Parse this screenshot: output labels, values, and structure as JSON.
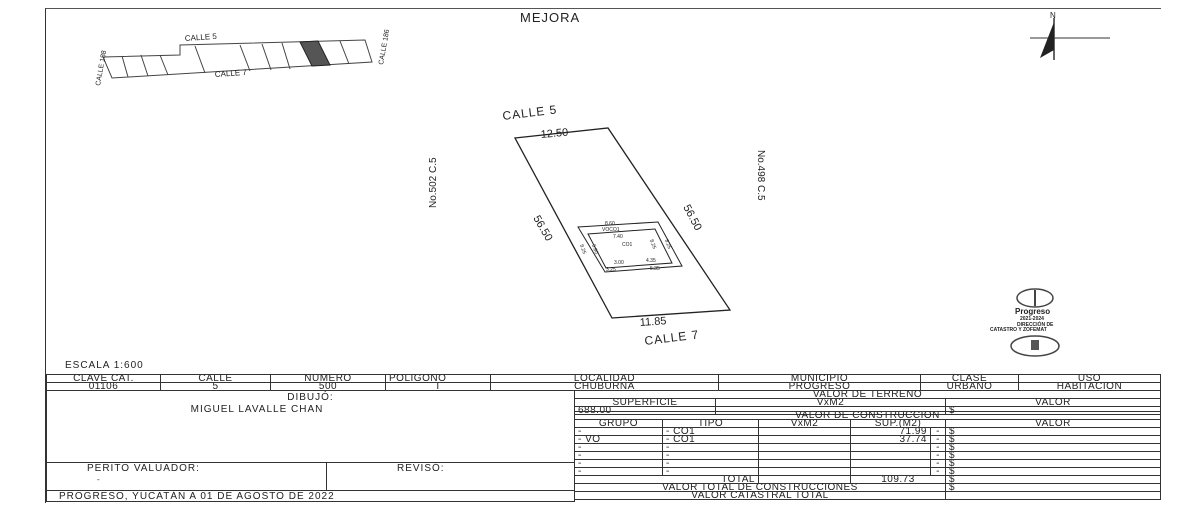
{
  "title": "MEJORA",
  "north_label": "N",
  "keymap": {
    "top_street": "CALLE 5",
    "bottom_street": "CALLE 7",
    "left_street": "CALLE 188",
    "right_street": "CALLE 186"
  },
  "plan": {
    "top_street": "CALLE 5",
    "bottom_street": "CALLE 7",
    "front": "12.50",
    "back": "11.85",
    "left_side": "56.50",
    "right_side": "56.50",
    "left_neighbor": "No.502 C.5",
    "right_neighbor": "No.498 C.5",
    "building": {
      "outer_top": "8.60",
      "outer_label": "VOCO1",
      "inner_top": "7.40",
      "inner_label": "CO1",
      "left_outer": "8.25",
      "left_inner": "5.80",
      "right_inner": "8.25",
      "right_outer": "8.25",
      "bottom_inner_left": "3.00",
      "bottom_inner_right": "4.35",
      "bottom_outer_left": "3.25",
      "bottom_outer_right": "5.35"
    }
  },
  "logo": {
    "name": "Progreso",
    "years": "2021-2024",
    "dept_line1": "DIRECCIÓN DE",
    "dept_line2": "CATASTRO Y ZOFEMAT"
  },
  "scale": "ESCALA 1:600",
  "header_row": {
    "labels": [
      "CLAVE CAT.",
      "CALLE",
      "NUMERO",
      "POLIGONO",
      "LOCALIDAD",
      "MUNICIPIO",
      "CLASE",
      "USO"
    ],
    "values": [
      "01106",
      "5",
      "500",
      "I",
      "CHUBURNA",
      "PROGRESO",
      "URBANO",
      "HABITACION"
    ]
  },
  "dibujo_label": "DIBUJÓ:",
  "dibujo_name": "MIGUEL LAVALLE CHAN",
  "perito_label": "PERITO VALUADOR:",
  "perito_value": "-",
  "reviso_label": "REVISÓ:",
  "footer_date": "PROGRESO, YUCATÁN A 01 DE AGOSTO DE 2022",
  "terreno": {
    "title": "VALOR DE TERRENO",
    "headers": [
      "SUPERFICIE",
      "VxM2",
      "VALOR"
    ],
    "superficie": "688.00",
    "vxm2": "",
    "valor": "$"
  },
  "construccion": {
    "title": "VALOR DE CONSTRUCCION",
    "headers": [
      "GRUPO",
      "TIPO",
      "VxM2",
      "SUP.(M2)",
      "VALOR"
    ],
    "rows": [
      {
        "grupo": "-",
        "tipo": "- CO1",
        "vxm2": "",
        "sup": "71.99",
        "dash": "-",
        "valor": "$"
      },
      {
        "grupo": "-     VO",
        "tipo": "- CO1",
        "vxm2": "",
        "sup": "37.74",
        "dash": "-",
        "valor": "$"
      },
      {
        "grupo": "-",
        "tipo": "-",
        "vxm2": "",
        "sup": "",
        "dash": "-",
        "valor": "$"
      },
      {
        "grupo": "-",
        "tipo": "-",
        "vxm2": "",
        "sup": "",
        "dash": "-",
        "valor": "$"
      },
      {
        "grupo": "-",
        "tipo": "-",
        "vxm2": "",
        "sup": "",
        "dash": "-",
        "valor": "$"
      },
      {
        "grupo": "-",
        "tipo": "-",
        "vxm2": "",
        "sup": "",
        "dash": "-",
        "valor": "$"
      }
    ],
    "total_label": "TOTAL",
    "total_sup": "109.73",
    "total_valor": "$",
    "total_construcciones_label": "VALOR TOTAL DE CONSTRUCCIONES",
    "total_construcciones_valor": "$",
    "catastral_label": "VALOR CATASTRAL TOTAL",
    "catastral_valor": ""
  }
}
